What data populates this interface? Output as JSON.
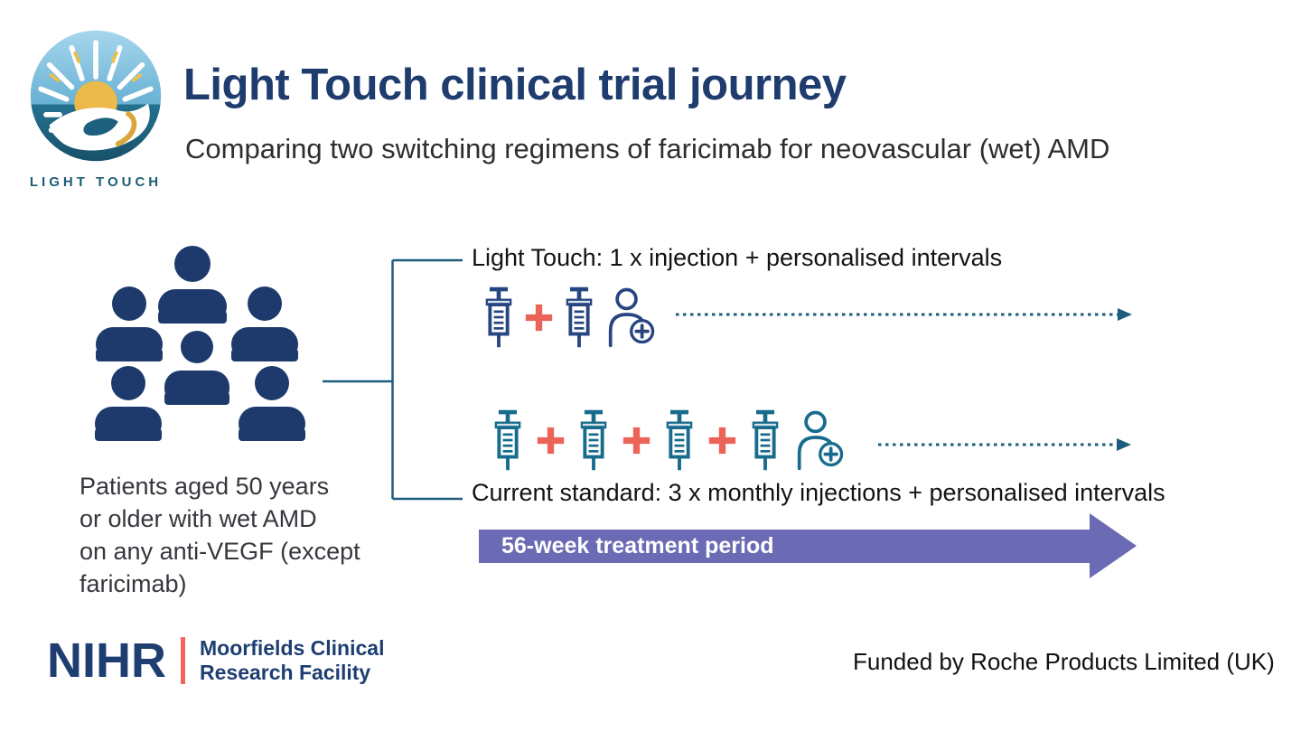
{
  "brand": {
    "name": "LIGHT TOUCH"
  },
  "header": {
    "title": "Light Touch clinical trial journey",
    "subtitle": "Comparing two switching regimens of faricimab for neovascular (wet) AMD"
  },
  "patients": {
    "icon": "crowd-of-patients-icon",
    "lines": [
      "Patients aged 50 years",
      "or older with wet AMD",
      "on any anti-VEGF (except",
      "faricimab)"
    ]
  },
  "arms": {
    "light_touch": {
      "label": "Light Touch: 1 x injection + personalised intervals",
      "injections": 1,
      "icons": [
        "syringe-icon",
        "plus-icon",
        "syringe-icon",
        "person-plus-icon"
      ],
      "icon_color": "#27457f"
    },
    "current_standard": {
      "label": "Current standard: 3 x monthly injections + personalised intervals",
      "injections": 3,
      "icons": [
        "syringe-icon",
        "plus-icon",
        "syringe-icon",
        "plus-icon",
        "syringe-icon",
        "plus-icon",
        "syringe-icon",
        "person-plus-icon"
      ],
      "icon_color": "#176b8c"
    }
  },
  "timeline": {
    "label": "56-week treatment period",
    "color": "#6b6bb5"
  },
  "footer": {
    "nihr": "NIHR",
    "org": {
      "line1": "Moorfields Clinical",
      "line2": "Research Facility"
    },
    "funding": "Funded by Roche Products Limited (UK)"
  },
  "colors": {
    "title_navy": "#1f3c6e",
    "crowd_navy": "#1e3a6d",
    "connector_teal": "#1e5c7d",
    "syringe_navy": "#27457f",
    "syringe_teal": "#176b8c",
    "plus_coral": "#ec6457",
    "arrow_purple": "#6b6bb5",
    "nihr_navy": "#1e3e72",
    "nihr_coral": "#f0665b",
    "logo_teal": "#1b5e74"
  }
}
